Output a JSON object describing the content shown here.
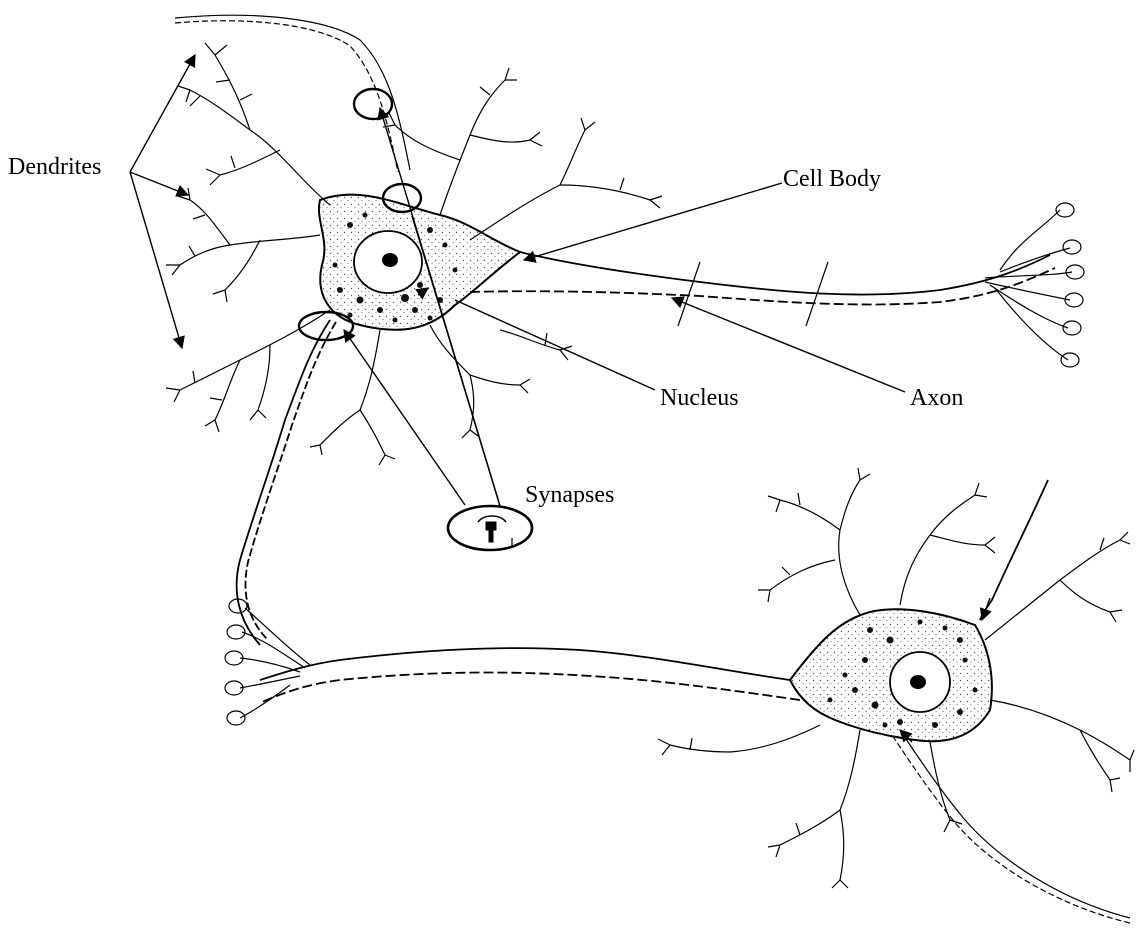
{
  "labels": {
    "dendrites": "Dendrites",
    "cell_body": "Cell Body",
    "nucleus": "Nucleus",
    "axon": "Axon",
    "synapses": "Synapses"
  },
  "colors": {
    "ink": "#000000",
    "background": "#ffffff",
    "soma_fill": "#e6e6e6"
  }
}
